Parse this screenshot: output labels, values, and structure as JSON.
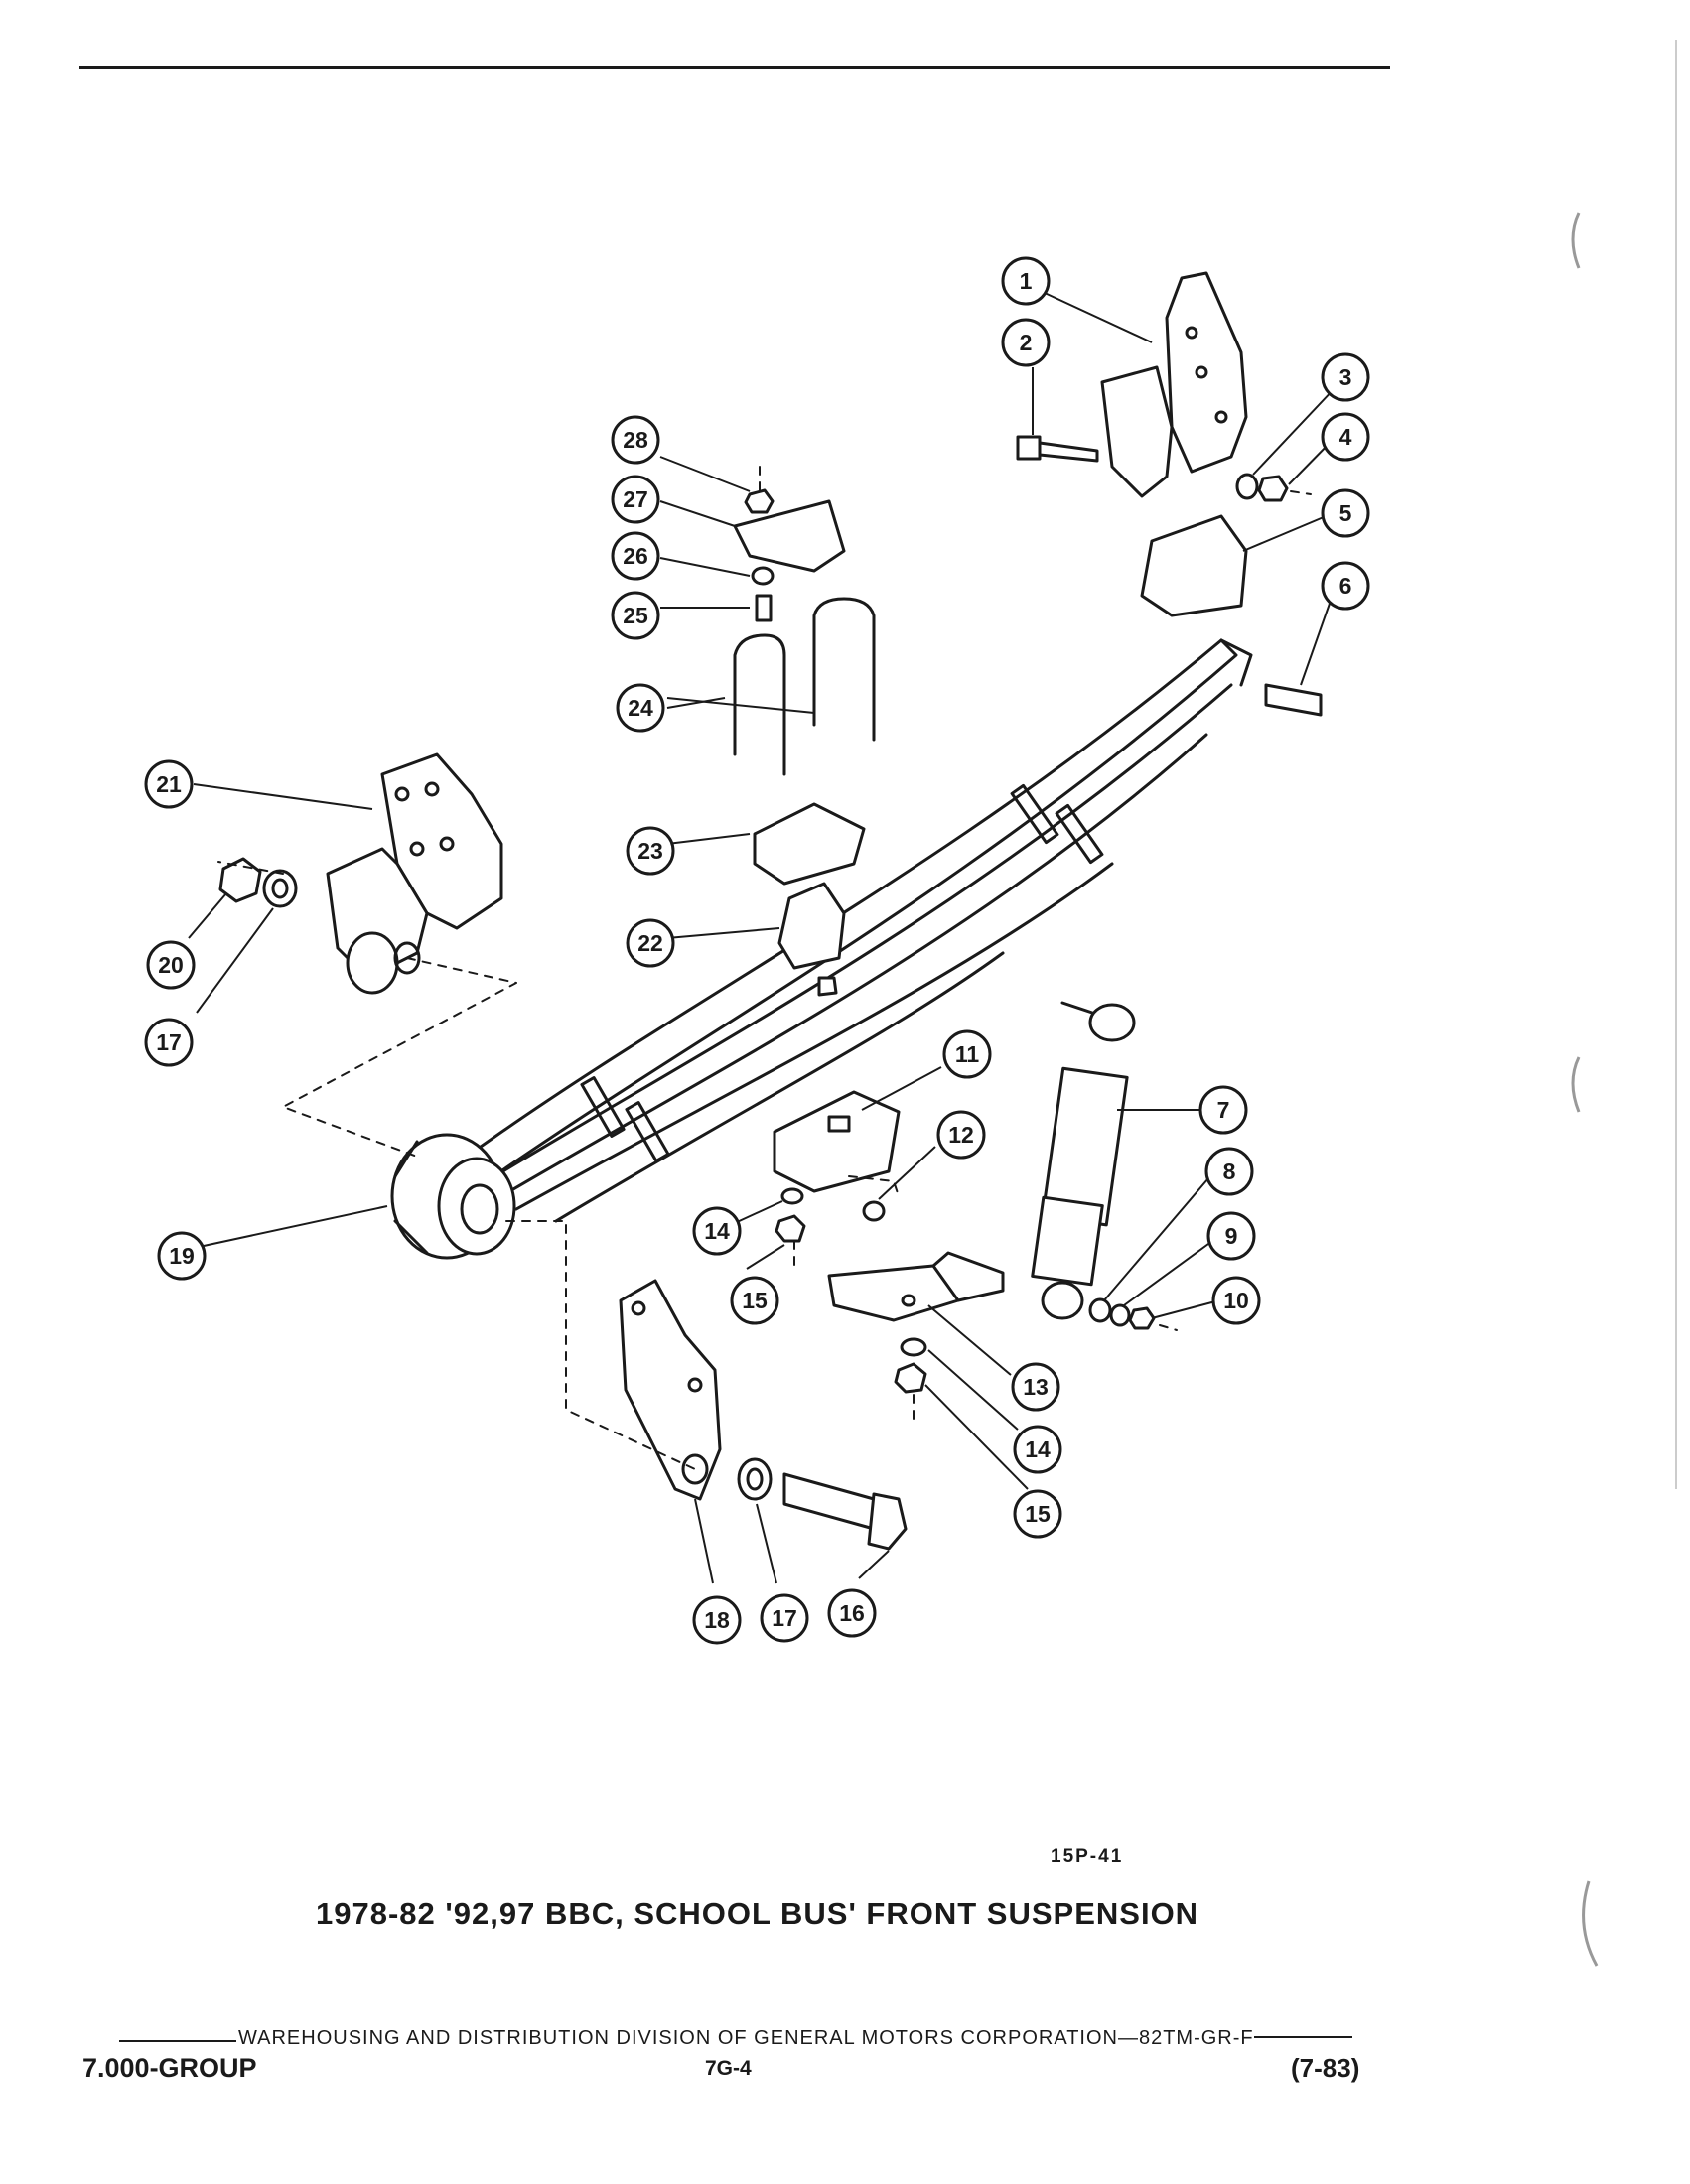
{
  "callouts": [
    {
      "id": "1",
      "label": "1"
    },
    {
      "id": "2",
      "label": "2"
    },
    {
      "id": "3",
      "label": "3"
    },
    {
      "id": "4",
      "label": "4"
    },
    {
      "id": "5",
      "label": "5"
    },
    {
      "id": "6",
      "label": "6"
    },
    {
      "id": "7",
      "label": "7"
    },
    {
      "id": "8",
      "label": "8"
    },
    {
      "id": "9",
      "label": "9"
    },
    {
      "id": "10",
      "label": "10"
    },
    {
      "id": "11",
      "label": "11"
    },
    {
      "id": "12",
      "label": "12"
    },
    {
      "id": "13",
      "label": "13"
    },
    {
      "id": "14a",
      "label": "14"
    },
    {
      "id": "14b",
      "label": "14"
    },
    {
      "id": "15a",
      "label": "15"
    },
    {
      "id": "15b",
      "label": "15"
    },
    {
      "id": "16",
      "label": "16"
    },
    {
      "id": "17a",
      "label": "17"
    },
    {
      "id": "17b",
      "label": "17"
    },
    {
      "id": "18",
      "label": "18"
    },
    {
      "id": "19",
      "label": "19"
    },
    {
      "id": "20",
      "label": "20"
    },
    {
      "id": "21",
      "label": "21"
    },
    {
      "id": "22",
      "label": "22"
    },
    {
      "id": "23",
      "label": "23"
    },
    {
      "id": "24",
      "label": "24"
    },
    {
      "id": "25",
      "label": "25"
    },
    {
      "id": "26",
      "label": "26"
    },
    {
      "id": "27",
      "label": "27"
    },
    {
      "id": "28",
      "label": "28"
    }
  ],
  "figure_code": "15P-41",
  "caption": "1978-82 '92,97 BBC, SCHOOL BUS' FRONT SUSPENSION",
  "footer": {
    "division_line": "WAREHOUSING AND DISTRIBUTION DIVISION OF GENERAL MOTORS CORPORATION—82TM-GR-F",
    "group": "7.000-GROUP",
    "page": "7G-4",
    "date": "(7-83)"
  },
  "colors": {
    "ink": "#1a1a1a",
    "paper": "#ffffff"
  }
}
